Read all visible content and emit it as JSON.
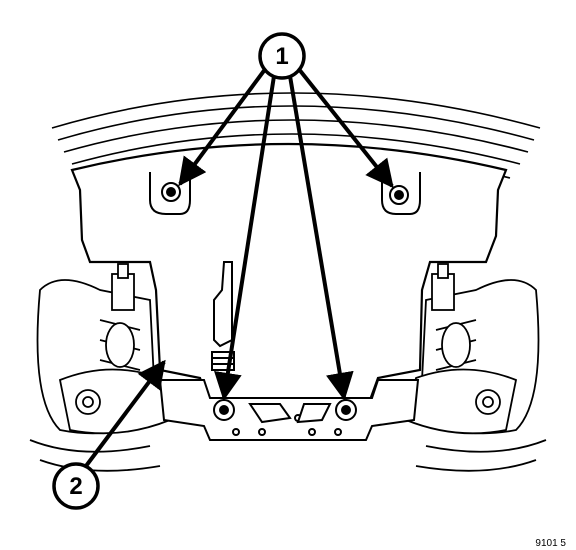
{
  "callouts": [
    {
      "id": "1",
      "label": "1"
    },
    {
      "id": "2",
      "label": "2"
    }
  ],
  "figure_code": "9101 5",
  "colors": {
    "ink": "#000000",
    "paper": "#ffffff"
  }
}
